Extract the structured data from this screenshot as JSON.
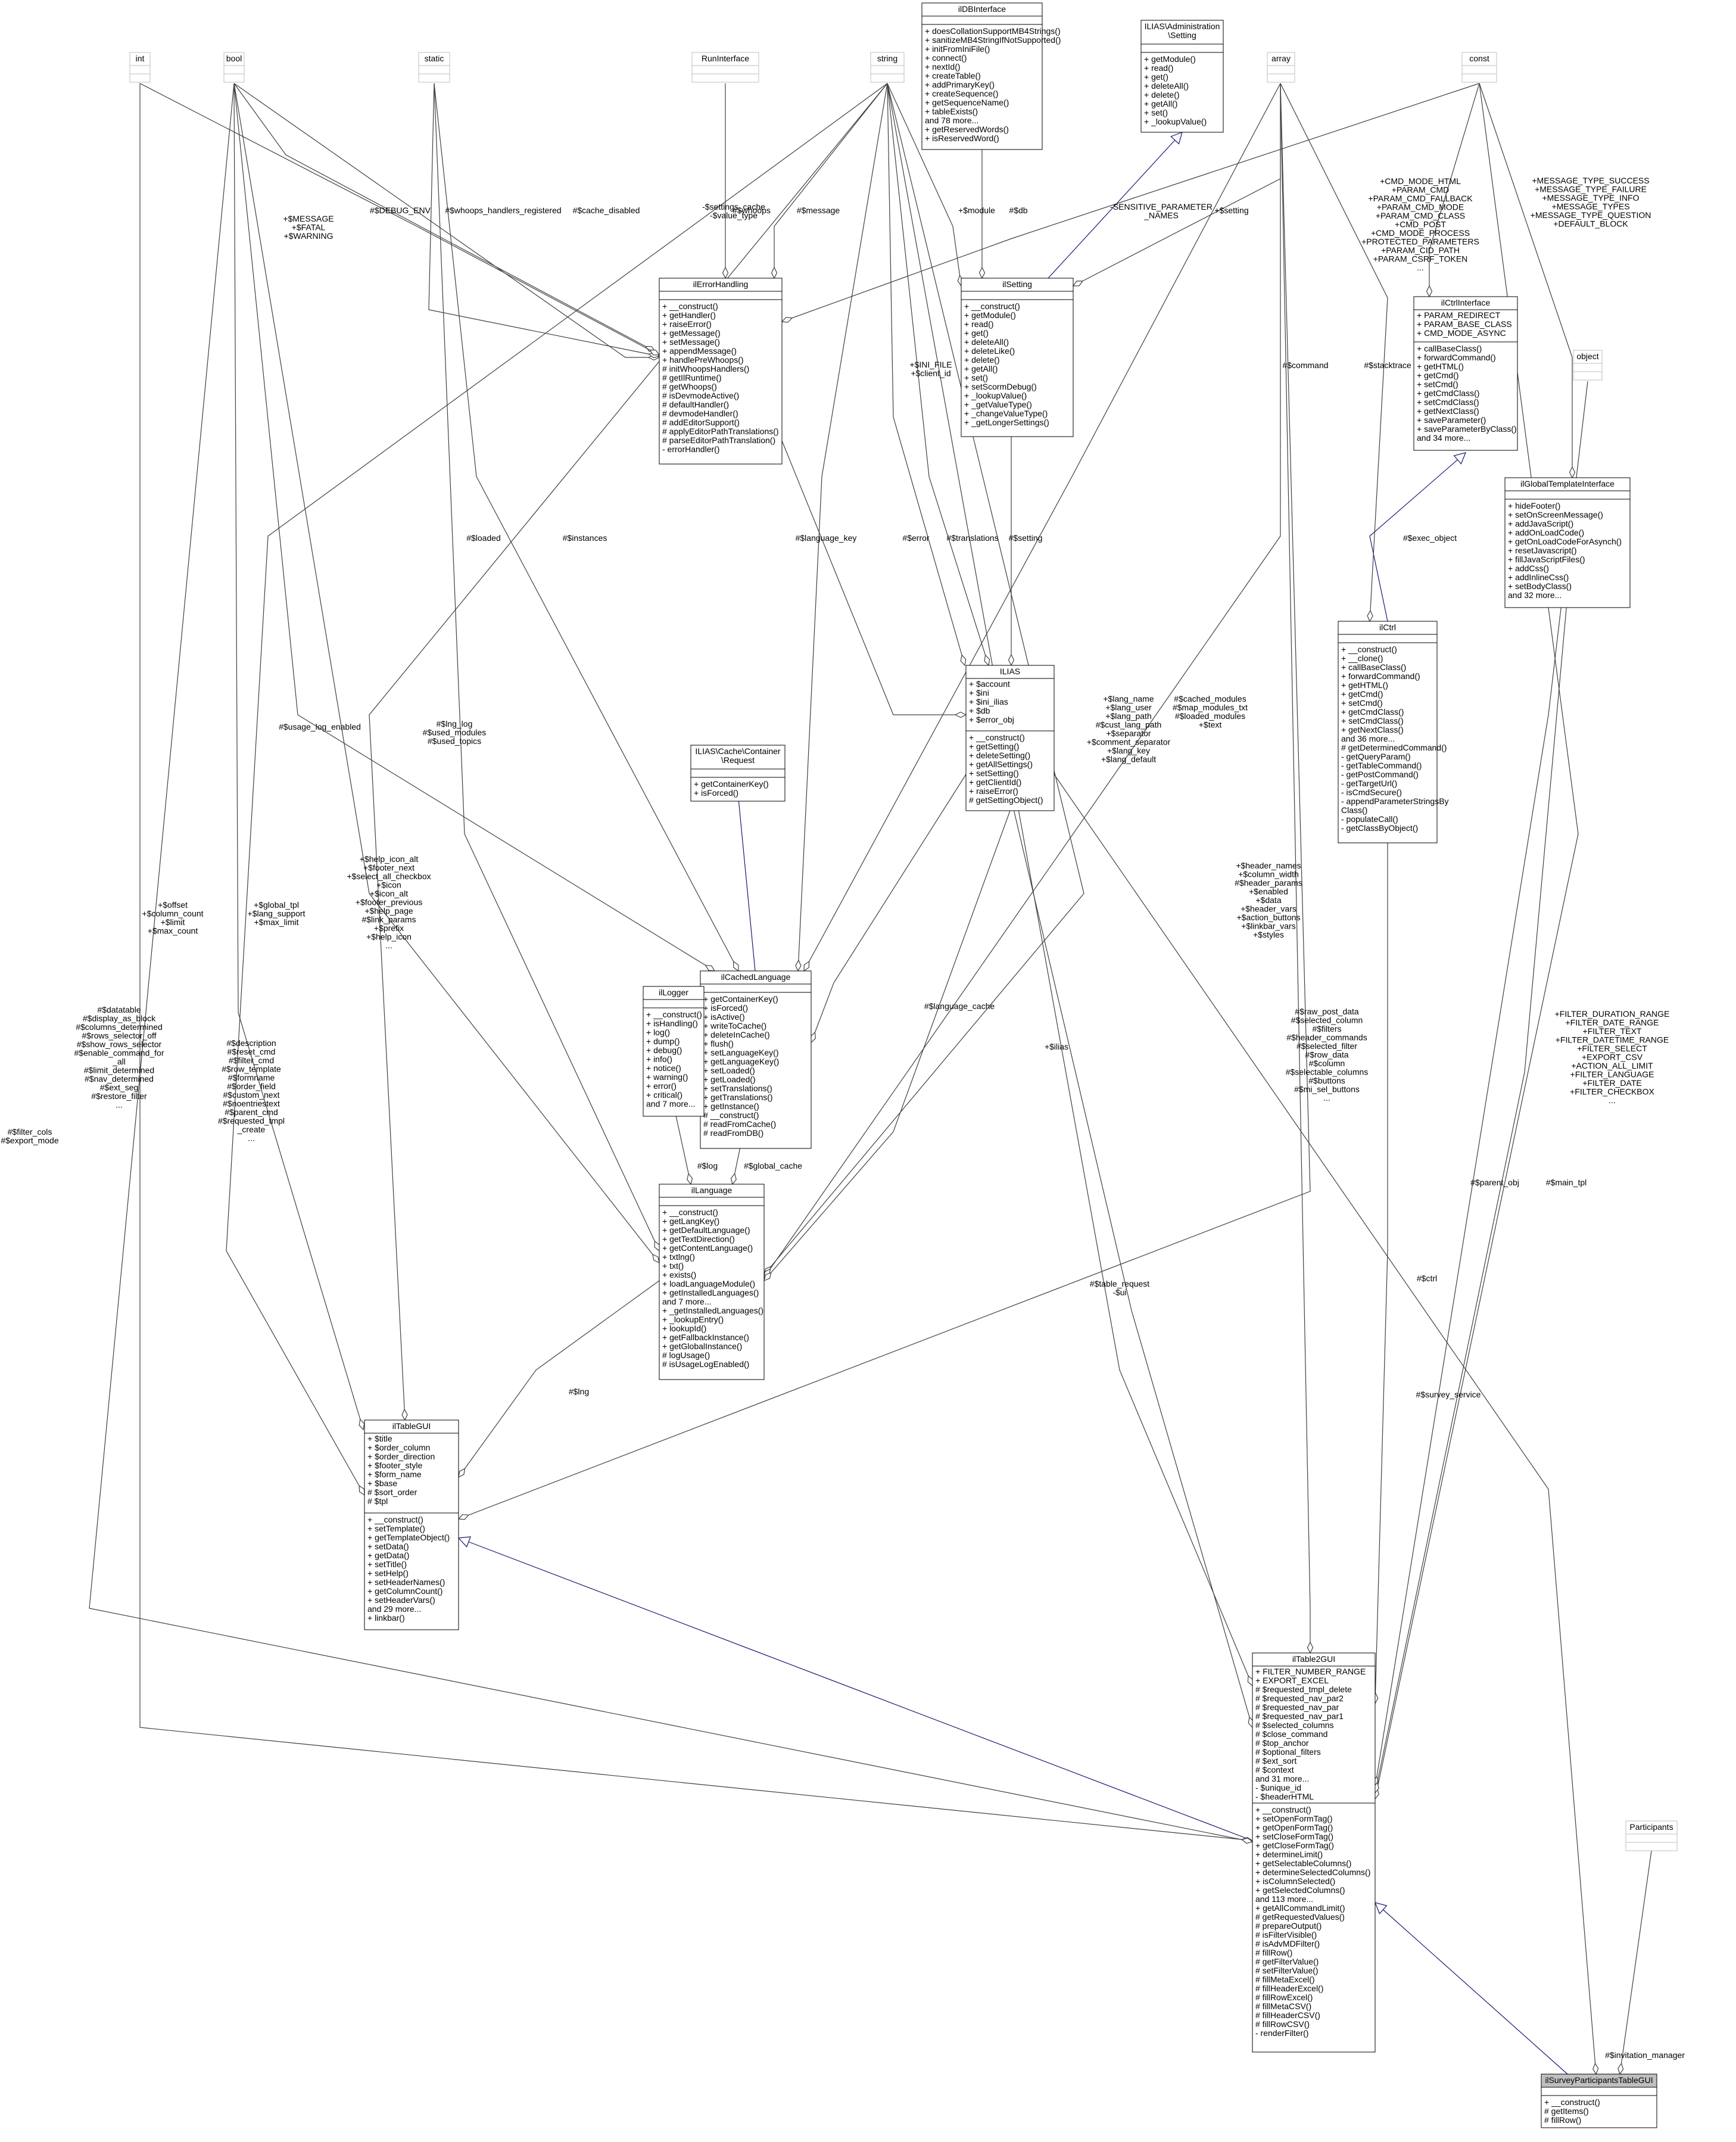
{
  "colors": {
    "background": "#ffffff",
    "box_border": "#000000",
    "highlight_box": "#bfbfbf",
    "association_edge": "#404040",
    "inheritance_edge": "#191970"
  },
  "classes": [
    {
      "id": "int",
      "name": "int",
      "attrs": [],
      "ops": []
    },
    {
      "id": "bool",
      "name": "bool",
      "attrs": [],
      "ops": []
    },
    {
      "id": "static",
      "name": "static",
      "attrs": [],
      "ops": []
    },
    {
      "id": "runinterface",
      "name": "RunInterface",
      "attrs": [],
      "ops": []
    },
    {
      "id": "string",
      "name": "string",
      "attrs": [],
      "ops": []
    },
    {
      "id": "ildbinterface",
      "name": "ilDBInterface",
      "attrs": [],
      "ops": [
        "+ doesCollationSupportMB4Strings()",
        "+ sanitizeMB4StringIfNotSupported()",
        "+ initFromIniFile()",
        "+ connect()",
        "+ nextId()",
        "+ createTable()",
        "+ addPrimaryKey()",
        "+ createSequence()",
        "+ getSequenceName()",
        "+ tableExists()",
        "and 78 more...",
        "+ getReservedWords()",
        "+ isReservedWord()"
      ]
    },
    {
      "id": "admsetting",
      "name": [
        "ILIAS\\Administration",
        "\\Setting"
      ],
      "attrs": [],
      "ops": [
        "+ getModule()",
        "+ read()",
        "+ get()",
        "+ deleteAll()",
        "+ delete()",
        "+ getAll()",
        "+ set()",
        "+ _lookupValue()"
      ]
    },
    {
      "id": "array",
      "name": "array",
      "attrs": [],
      "ops": []
    },
    {
      "id": "const",
      "name": "const",
      "attrs": [],
      "ops": []
    },
    {
      "id": "ilerrorhandling",
      "name": "ilErrorHandling",
      "attrs": [],
      "ops": [
        "+ __construct()",
        "+ getHandler()",
        "+ raiseError()",
        "+ getMessage()",
        "+ setMessage()",
        "+ appendMessage()",
        "+ handlePreWhoops()",
        "# initWhoopsHandlers()",
        "# getIlRuntime()",
        "# getWhoops()",
        "# isDevmodeActive()",
        "# defaultHandler()",
        "# devmodeHandler()",
        "# addEditorSupport()",
        "# applyEditorPathTranslations()",
        "# parseEditorPathTranslation()",
        "- errorHandler()"
      ]
    },
    {
      "id": "ilsetting",
      "name": "ilSetting",
      "attrs": [],
      "ops": [
        "+ __construct()",
        "+ getModule()",
        "+ read()",
        "+ get()",
        "+ deleteAll()",
        "+ deleteLike()",
        "+ delete()",
        "+ getAll()",
        "+ set()",
        "+ setScormDebug()",
        "+ _lookupValue()",
        "+ _getValueType()",
        "+ _changeValueType()",
        "+ _getLongerSettings()"
      ]
    },
    {
      "id": "ilctrlinterface",
      "name": "ilCtrlInterface",
      "attrs": [
        "+ PARAM_REDIRECT",
        "+ PARAM_BASE_CLASS",
        "+ CMD_MODE_ASYNC"
      ],
      "ops": [
        "+ callBaseClass()",
        "+ forwardCommand()",
        "+ getHTML()",
        "+ getCmd()",
        "+ setCmd()",
        "+ getCmdClass()",
        "+ setCmdClass()",
        "+ getNextClass()",
        "+ saveParameter()",
        "+ saveParameterByClass()",
        "and 34 more..."
      ]
    },
    {
      "id": "object",
      "name": "object",
      "attrs": [],
      "ops": []
    },
    {
      "id": "ilglobaltemplate",
      "name": "ilGlobalTemplateInterface",
      "attrs": [],
      "ops": [
        "+ hideFooter()",
        "+ setOnScreenMessage()",
        "+ addJavaScript()",
        "+ addOnLoadCode()",
        "+ getOnLoadCodeForAsynch()",
        "+ resetJavascript()",
        "+ fillJavaScriptFiles()",
        "+ addCss()",
        "+ addInlineCss()",
        "+ setBodyClass()",
        "and 32 more..."
      ]
    },
    {
      "id": "ilias",
      "name": "ILIAS",
      "attrs": [
        "+ $account",
        "+ $ini",
        "+ $ini_ilias",
        "+ $db",
        "+ $error_obj"
      ],
      "ops": [
        "+ __construct()",
        "+ getSetting()",
        "+ deleteSetting()",
        "+ getAllSettings()",
        "+ setSetting()",
        "+ getClientId()",
        "+ raiseError()",
        "# getSettingObject()"
      ]
    },
    {
      "id": "ilctrl",
      "name": "ilCtrl",
      "attrs": [],
      "ops": [
        "+ __construct()",
        "+ __clone()",
        "+ callBaseClass()",
        "+ forwardCommand()",
        "+ getHTML()",
        "+ getCmd()",
        "+ setCmd()",
        "+ getCmdClass()",
        "+ setCmdClass()",
        "+ getNextClass()",
        "and 36 more...",
        "# getDeterminedCommand()",
        "- getQueryParam()",
        "- getTableCommand()",
        "- getPostCommand()",
        "- getTargetUrl()",
        "- isCmdSecure()",
        "- appendParameterStringsBy",
        "Class()",
        "- populateCall()",
        "- getClassByObject()"
      ]
    },
    {
      "id": "cacherequest",
      "name": [
        "ILIAS\\Cache\\Container",
        "\\Request"
      ],
      "attrs": [],
      "ops": [
        "+ getContainerKey()",
        "+ isForced()"
      ]
    },
    {
      "id": "ilcachedlanguage",
      "name": "ilCachedLanguage",
      "attrs": [],
      "ops": [
        "+ getContainerKey()",
        "+ isForced()",
        "+ isActive()",
        "+ writeToCache()",
        "+ deleteInCache()",
        "+ flush()",
        "+ setLanguageKey()",
        "+ getLanguageKey()",
        "+ setLoaded()",
        "+ getLoaded()",
        "+ setTranslations()",
        "+ getTranslations()",
        "+ getInstance()",
        "# __construct()",
        "# readFromCache()",
        "# readFromDB()"
      ]
    },
    {
      "id": "illogger",
      "name": "ilLogger",
      "attrs": [],
      "ops": [
        "+ __construct()",
        "+ isHandling()",
        "+ log()",
        "+ dump()",
        "+ debug()",
        "+ info()",
        "+ notice()",
        "+ warning()",
        "+ error()",
        "+ critical()",
        "and 7 more..."
      ]
    },
    {
      "id": "illanguage",
      "name": "ilLanguage",
      "attrs": [],
      "ops": [
        "+ __construct()",
        "+ getLangKey()",
        "+ getDefaultLanguage()",
        "+ getTextDirection()",
        "+ getContentLanguage()",
        "+ txtlng()",
        "+ txt()",
        "+ exists()",
        "+ loadLanguageModule()",
        "+ getInstalledLanguages()",
        "and 7 more...",
        "+ _getInstalledLanguages()",
        "+ _lookupEntry()",
        "+ lookupId()",
        "+ getFallbackInstance()",
        "+ getGlobalInstance()",
        "# logUsage()",
        "# isUsageLogEnabled()"
      ]
    },
    {
      "id": "iltablegui",
      "name": "ilTableGUI",
      "attrs": [
        "+ $title",
        "+ $order_column",
        "+ $order_direction",
        "+ $footer_style",
        "+ $form_name",
        "+ $base",
        "# $sort_order",
        "# $tpl"
      ],
      "ops": [
        "+ __construct()",
        "+ setTemplate()",
        "+ getTemplateObject()",
        "+ setData()",
        "+ getData()",
        "+ setTitle()",
        "+ setHelp()",
        "+ setHeaderNames()",
        "+ getColumnCount()",
        "+ setHeaderVars()",
        "and 29 more...",
        "+ linkbar()"
      ]
    },
    {
      "id": "iltable2gui",
      "name": "ilTable2GUI",
      "attrs": [
        "+ FILTER_NUMBER_RANGE",
        "+ EXPORT_EXCEL",
        "# $requested_tmpl_delete",
        "# $requested_nav_par2",
        "# $requested_nav_par",
        "# $requested_nav_par1",
        "# $selected_columns",
        "# $close_command",
        "# $top_anchor",
        "# $optional_filters",
        "# $ext_sort",
        "# $context",
        "and 31 more...",
        "- $unique_id",
        "- $headerHTML"
      ],
      "ops": [
        "+ __construct()",
        "+ setOpenFormTag()",
        "+ getOpenFormTag()",
        "+ setCloseFormTag()",
        "+ getCloseFormTag()",
        "+ determineLimit()",
        "+ getSelectableColumns()",
        "+ determineSelectedColumns()",
        "+ isColumnSelected()",
        "+ getSelectedColumns()",
        "and 113 more...",
        "+ getAllCommandLimit()",
        "# getRequestedValues()",
        "# prepareOutput()",
        "# isFilterVisible()",
        "# isAdvMDFilter()",
        "# fillRow()",
        "# getFilterValue()",
        "# setFilterValue()",
        "# fillMetaExcel()",
        "# fillHeaderExcel()",
        "# fillRowExcel()",
        "# fillMetaCSV()",
        "# fillHeaderCSV()",
        "# fillRowCSV()",
        "- renderFilter()"
      ]
    },
    {
      "id": "participants",
      "name": "Participants",
      "attrs": [],
      "ops": []
    },
    {
      "id": "ilsurveypart",
      "name": "ilSurveyParticipantsTableGUI",
      "attrs": [],
      "ops": [
        "+ __construct()",
        "# getItems()",
        "# fillRow()"
      ]
    }
  ],
  "edge_labels": [
    {
      "id": "e1",
      "lines": [
        "+$MESSAGE",
        "+$FATAL",
        "+$WARNING"
      ]
    },
    {
      "id": "e2",
      "lines": [
        "#$DEBUG_ENV"
      ]
    },
    {
      "id": "e3",
      "lines": [
        "#$whoops_handlers_registered"
      ]
    },
    {
      "id": "e4",
      "lines": [
        "#$cache_disabled"
      ]
    },
    {
      "id": "e5",
      "lines": [
        "-$settings_cache",
        "-$value_type"
      ]
    },
    {
      "id": "e6",
      "lines": [
        "#$whoops"
      ]
    },
    {
      "id": "e7",
      "lines": [
        "#$message"
      ]
    },
    {
      "id": "e8",
      "lines": [
        "+$module"
      ]
    },
    {
      "id": "e9",
      "lines": [
        "#$db"
      ]
    },
    {
      "id": "e10",
      "lines": [
        "-SENSITIVE_PARAMETER",
        "_NAMES"
      ]
    },
    {
      "id": "e11",
      "lines": [
        "+$setting"
      ]
    },
    {
      "id": "e12",
      "lines": [
        "+CMD_MODE_HTML",
        "+PARAM_CMD",
        "+PARAM_CMD_FALLBACK",
        "+PARAM_CMD_MODE",
        "+PARAM_CMD_CLASS",
        "+CMD_POST",
        "+CMD_MODE_PROCESS",
        "+PROTECTED_PARAMETERS",
        "+PARAM_CID_PATH",
        "+PARAM_CSRF_TOKEN",
        "..."
      ]
    },
    {
      "id": "e13",
      "lines": [
        "+MESSAGE_TYPE_SUCCESS",
        "+MESSAGE_TYPE_FAILURE",
        "+MESSAGE_TYPE_INFO",
        "+MESSAGE_TYPES",
        "+MESSAGE_TYPE_QUESTION",
        "+DEFAULT_BLOCK"
      ]
    },
    {
      "id": "e14",
      "lines": [
        "+$INI_FILE",
        "+$client_id"
      ]
    },
    {
      "id": "e15",
      "lines": [
        "#$loaded"
      ]
    },
    {
      "id": "e16",
      "lines": [
        "#$instances"
      ]
    },
    {
      "id": "e17",
      "lines": [
        "#$language_key"
      ]
    },
    {
      "id": "e18",
      "lines": [
        "#$error"
      ]
    },
    {
      "id": "e19",
      "lines": [
        "#$translations"
      ]
    },
    {
      "id": "e20",
      "lines": [
        "#$setting"
      ]
    },
    {
      "id": "e21",
      "lines": [
        "#$command"
      ]
    },
    {
      "id": "e22",
      "lines": [
        "#$stacktrace"
      ]
    },
    {
      "id": "e23",
      "lines": [
        "#$exec_object"
      ]
    },
    {
      "id": "e24",
      "lines": [
        "#$usage_log_enabled"
      ]
    },
    {
      "id": "e25",
      "lines": [
        "#$lng_log",
        "#$used_modules",
        "#$used_topics"
      ]
    },
    {
      "id": "e26",
      "lines": [
        "+$lang_name",
        "+$lang_user",
        "+$lang_path",
        "#$cust_lang_path",
        "+$separator",
        "+$comment_separator",
        "+$lang_key",
        "+$lang_default"
      ]
    },
    {
      "id": "e27",
      "lines": [
        "#$cached_modules",
        "#$map_modules_txt",
        "#$loaded_modules",
        "+$text"
      ]
    },
    {
      "id": "e28",
      "lines": [
        "+$help_icon_alt",
        "+$footer_next",
        "+$select_all_checkbox",
        "+$icon",
        "+$icon_alt",
        "+$footer_previous",
        "+$help_page",
        "#$link_params",
        "+$prefix",
        "+$help_icon",
        "..."
      ]
    },
    {
      "id": "e29",
      "lines": [
        "+$offset",
        "+$column_count",
        "+$limit",
        "+$max_count"
      ]
    },
    {
      "id": "e30",
      "lines": [
        "+$global_tpl",
        "+$lang_support",
        "+$max_limit"
      ]
    },
    {
      "id": "e31",
      "lines": [
        "#$language_cache"
      ]
    },
    {
      "id": "e32",
      "lines": [
        "+$header_names",
        "+$column_width",
        "#$header_params",
        "+$enabled",
        "+$data",
        "+$header_vars",
        "+$action_buttons",
        "+$linkbar_vars",
        "+$styles"
      ]
    },
    {
      "id": "e33",
      "lines": [
        "#$datatable",
        "#$display_as_block",
        "#$columns_determined",
        "#$rows_selector_off",
        "#$show_rows_selector",
        "#$enable_command_for",
        "_all",
        "#$limit_determined",
        "#$nav_determined",
        "#$ext_seg",
        "#$restore_filter",
        "..."
      ]
    },
    {
      "id": "e34",
      "lines": [
        "#$description",
        "#$reset_cmd",
        "#$filter_cmd",
        "#$row_template",
        "#$formname",
        "#$order_field",
        "#$custom_next",
        "#$noentriestext",
        "#$parent_cmd",
        "#$requested_tmpl",
        "_create",
        "..."
      ]
    },
    {
      "id": "e35",
      "lines": [
        "+$ilias"
      ]
    },
    {
      "id": "e36",
      "lines": [
        "#$log"
      ]
    },
    {
      "id": "e37",
      "lines": [
        "#$global_cache"
      ]
    },
    {
      "id": "e38",
      "lines": [
        "#$raw_post_data",
        "#$selected_column",
        "#$filters",
        "#$header_commands",
        "#$selected_filter",
        "#$row_data",
        "#$column",
        "#$selectable_columns",
        "#$buttons",
        "#$mi_sel_buttons",
        "..."
      ]
    },
    {
      "id": "e39",
      "lines": [
        "+FILTER_DURATION_RANGE",
        "+FILTER_DATE_RANGE",
        "+FILTER_TEXT",
        "+FILTER_DATETIME_RANGE",
        "+FILTER_SELECT",
        "+EXPORT_CSV",
        "+ACTION_ALL_LIMIT",
        "+FILTER_LANGUAGE",
        "+FILTER_DATE",
        "+FILTER_CHECKBOX",
        "..."
      ]
    },
    {
      "id": "e40",
      "lines": [
        "#$filter_cols",
        "#$export_mode"
      ]
    },
    {
      "id": "e41",
      "lines": [
        "#$lng"
      ]
    },
    {
      "id": "e42",
      "lines": [
        "#$table_request",
        "-$ui"
      ]
    },
    {
      "id": "e43",
      "lines": [
        "#$ctrl"
      ]
    },
    {
      "id": "e44",
      "lines": [
        "#$parent_obj"
      ]
    },
    {
      "id": "e45",
      "lines": [
        "#$main_tpl"
      ]
    },
    {
      "id": "e46",
      "lines": [
        "#$survey_service"
      ]
    },
    {
      "id": "e47",
      "lines": [
        "#$invitation_manager"
      ]
    }
  ]
}
